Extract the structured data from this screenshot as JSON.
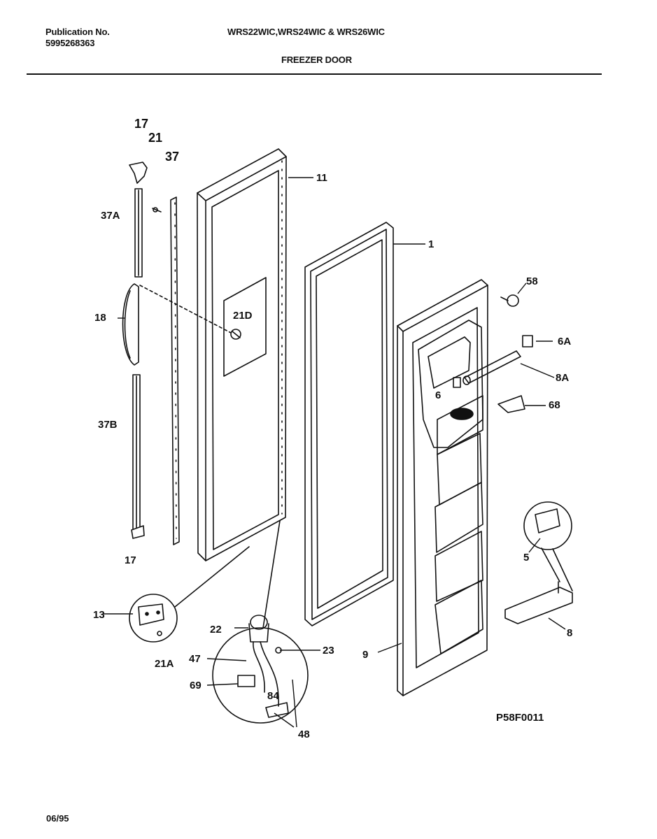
{
  "header": {
    "publication_label": "Publication No.",
    "publication_number": "5995268363",
    "models": "WRS22WIC,WRS24WIC & WRS26WIC",
    "section_title": "FREEZER DOOR"
  },
  "diagram": {
    "id": "P58F0011",
    "part_labels": {
      "p17_top": "17",
      "p21": "21",
      "p37": "37",
      "p11": "11",
      "p37A": "37A",
      "p1": "1",
      "p58": "58",
      "p18": "18",
      "p21D": "21D",
      "p6A": "6A",
      "p8A": "8A",
      "p6": "6",
      "p68": "68",
      "p37B": "37B",
      "p5": "5",
      "p17_bot": "17",
      "p8": "8",
      "p13": "13",
      "p22": "22",
      "p23": "23",
      "p9": "9",
      "p21A": "21A",
      "p47": "47",
      "p69": "69",
      "p84": "84",
      "p48": "48"
    }
  },
  "footer": {
    "date": "06/95"
  }
}
